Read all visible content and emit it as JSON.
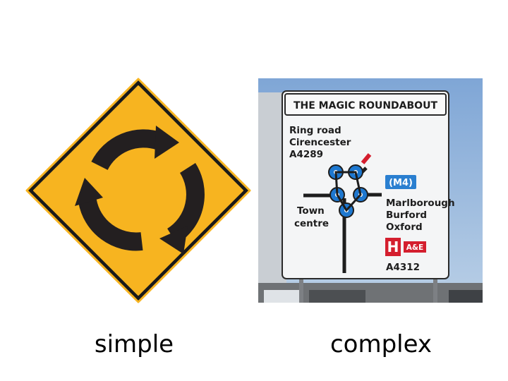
{
  "captions": {
    "left": "simple",
    "right": "complex"
  },
  "right_sign": {
    "title": "THE MAGIC ROUNDABOUT",
    "dest_top": [
      "Ring road",
      "Cirencester",
      "A4289"
    ],
    "dest_left": [
      "Town",
      "centre"
    ],
    "motorway": "(M4)",
    "dest_right": [
      "Marlborough",
      "Burford",
      "Oxford"
    ],
    "hospital_letter": "H",
    "hospital_label": "A&E",
    "road_bottom": "A4312"
  },
  "colors": {
    "sign_yellow": "#f7b420",
    "motorway_blue": "#2a7fd0",
    "hospital_red": "#d41e2e",
    "mini_roundabout_blue": "#1e78d0"
  },
  "icons": {
    "left_sign": "roundabout-arrows-icon"
  }
}
